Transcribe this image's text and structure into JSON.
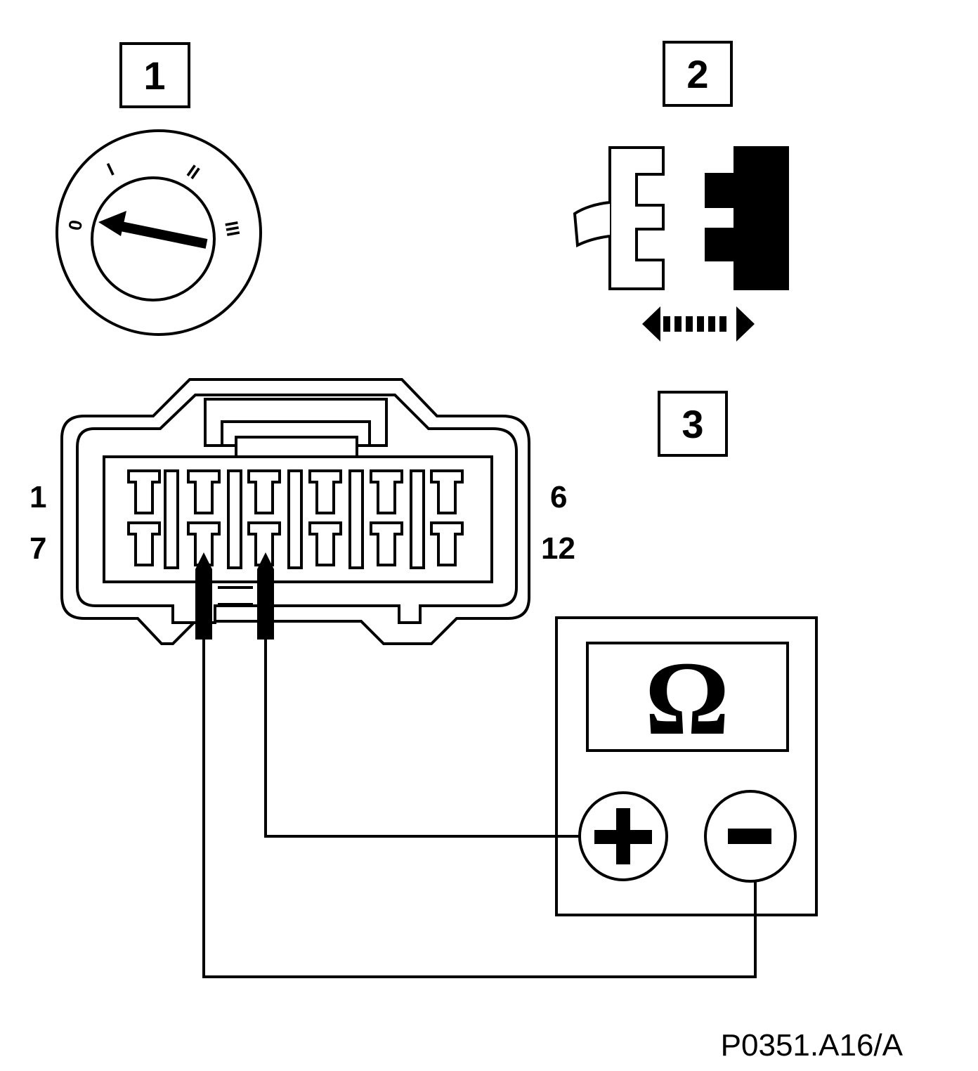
{
  "callouts": {
    "one": "1",
    "two": "2",
    "three": "3"
  },
  "ignition_switch": {
    "positions": [
      "0",
      "I",
      "II",
      "III"
    ]
  },
  "connector": {
    "pin_first_top": "1",
    "pin_last_top": "6",
    "pin_first_bottom": "7",
    "pin_last_bottom": "12"
  },
  "ohmmeter": {
    "unit_symbol": "Ω",
    "icons": [
      "plus-terminal-icon",
      "minus-terminal-icon"
    ]
  },
  "reference_code": "P0351.A16/A",
  "colors": {
    "ink": "#000000",
    "paper": "#ffffff"
  }
}
